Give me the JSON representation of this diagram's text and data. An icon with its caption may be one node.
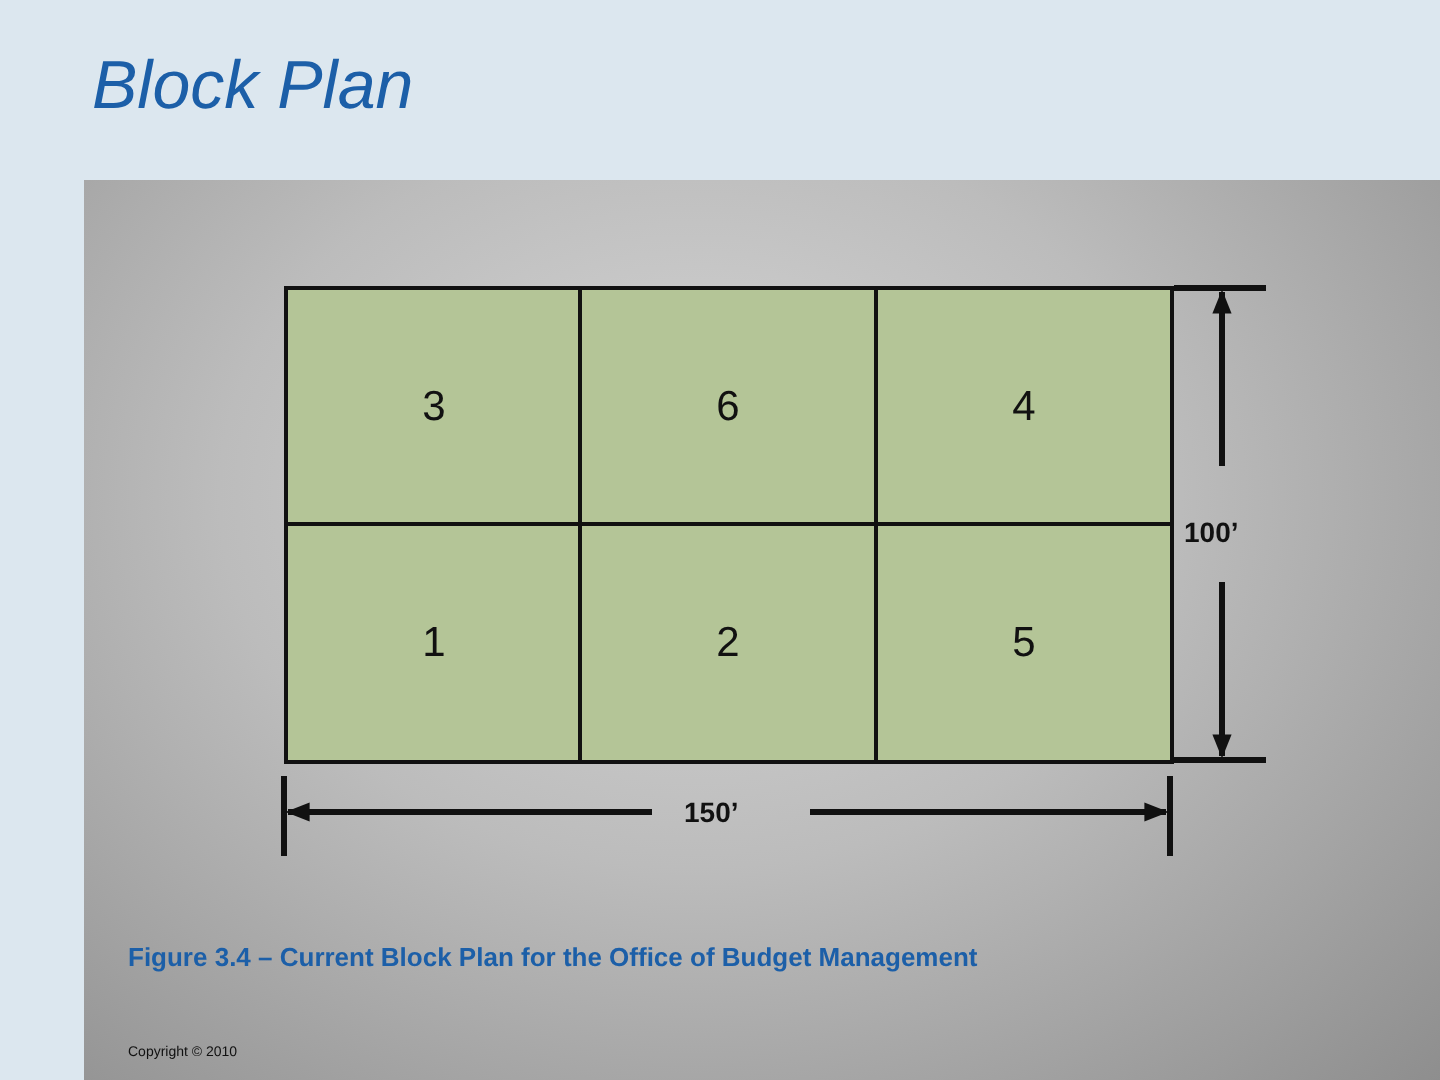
{
  "diagram": {
    "title": "Block Plan",
    "caption": "Figure 3.4 – Current Block Plan for the Office of Budget Management",
    "nodes": [
      {
        "text": [
          "3"
        ]
      },
      {
        "text": [
          "6"
        ]
      },
      {
        "text": [
          "4"
        ]
      },
      {
        "text": [
          "1"
        ]
      },
      {
        "text": [
          "2"
        ]
      },
      {
        "text": [
          "5"
        ]
      }
    ],
    "labels": [
      "100’",
      "150’",
      "Copyright © 2010"
    ]
  }
}
